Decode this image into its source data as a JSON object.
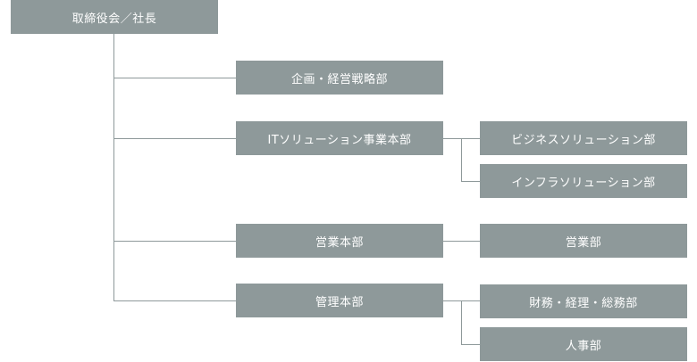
{
  "org": {
    "root": "取締役会／社長",
    "departments": [
      {
        "label": "企画・経営戦略部",
        "children": []
      },
      {
        "label": "ITソリューション事業本部",
        "children": [
          "ビジネスソリューション部",
          "インフラソリューション部"
        ]
      },
      {
        "label": "営業本部",
        "children": [
          "営業部"
        ]
      },
      {
        "label": "管理本部",
        "children": [
          "財務・経理・総務部",
          "人事部"
        ]
      }
    ]
  },
  "colors": {
    "box": "#8e999a",
    "text": "#ffffff",
    "line": "#8e999a"
  }
}
